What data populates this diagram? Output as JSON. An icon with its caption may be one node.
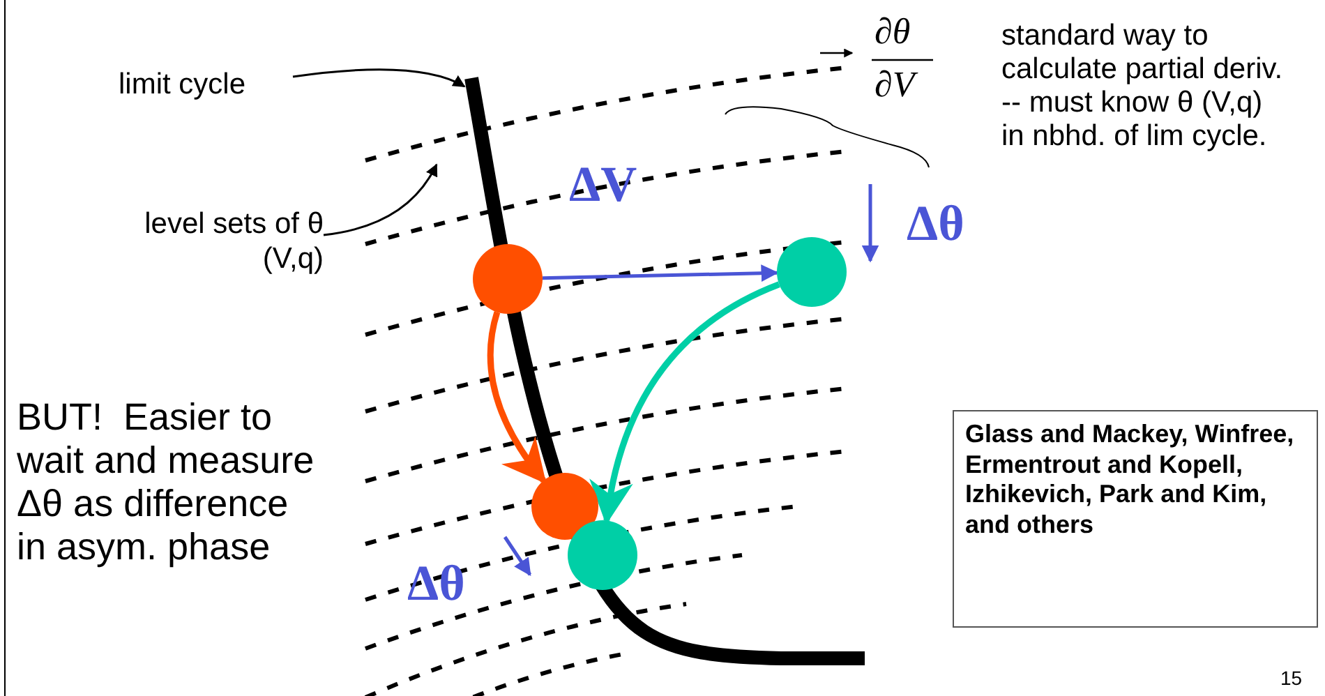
{
  "diagram": {
    "nodes": [
      {
        "text": [
          "limit cycle"
        ]
      },
      {
        "text": [
          "level sets of θ (V,q)"
        ]
      },
      {
        "text": [],
        "shape": "circle"
      },
      {
        "text": [],
        "shape": "circle"
      },
      {
        "text": [],
        "shape": "circle"
      },
      {
        "text": [],
        "shape": "circle"
      },
      {
        "text": [
          "Glass and Mackey, Winfree, Ermentrout and Kopell, Izhikevich, Park and Kim, and others"
        ]
      }
    ],
    "edges": [
      {
        "from": 0,
        "to": null,
        "arrow": "to"
      },
      {
        "from": 1,
        "to": null,
        "arrow": "to"
      },
      {
        "from": 2,
        "to": 3,
        "arrow": "to",
        "label": "ΔV",
        "color": "#4a55d6"
      },
      {
        "from": 2,
        "to": 4,
        "arrow": "to",
        "style": "thick",
        "color": "#ff4f00"
      },
      {
        "from": 3,
        "to": 5,
        "arrow": "to",
        "style": "thick",
        "color": "#00cfa6"
      }
    ],
    "labels": [
      "∂θ",
      "∂V",
      "Δθ",
      "standard way to calculate partial deriv. -- must know θ (V,q) in nbhd. of lim cycle.",
      "BUT!  Easier to wait and measure Δθ as difference in asym. phase",
      "Δθ",
      "15"
    ]
  }
}
